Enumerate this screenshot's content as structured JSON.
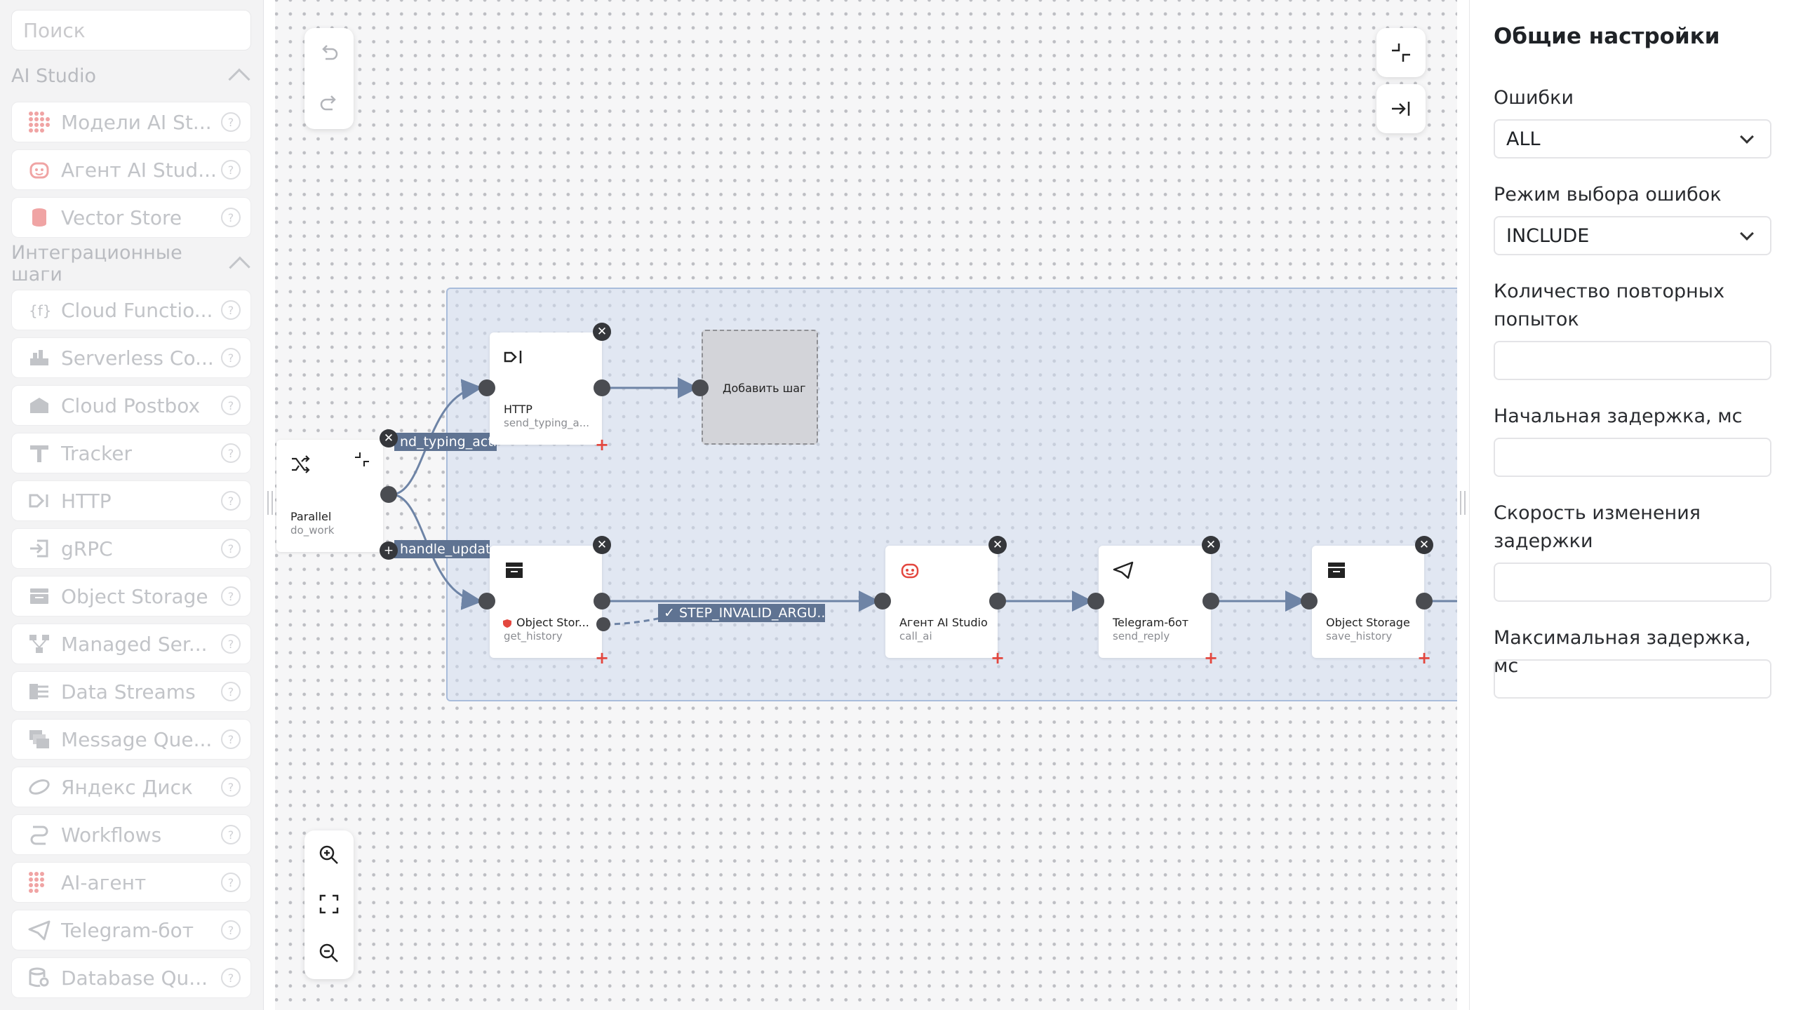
{
  "palette": {
    "search_placeholder": "Поиск",
    "groups": [
      {
        "label": "AI Studio",
        "items": [
          "Модели AI St...",
          "Агент AI Stud...",
          "Vector Store"
        ]
      },
      {
        "label": "Интеграционные шаги",
        "items": [
          "Cloud Functio...",
          "Serverless Co...",
          "Cloud Postbox",
          "Tracker",
          "HTTP",
          "gRPC",
          "Object Storage",
          "Managed Ser...",
          "Data Streams",
          "Message Que...",
          "Яндекс Диск",
          "Workflows",
          "AI-агент",
          "Telegram-бот",
          "Database Qu..."
        ]
      }
    ],
    "help_glyph": "?"
  },
  "canvas": {
    "parallel": {
      "title": "Parallel",
      "sub": "do_work"
    },
    "branch_labels": [
      "nd_typing_actio",
      "handle_update"
    ],
    "http": {
      "title": "HTTP",
      "sub": "send_typing_a..."
    },
    "add_step": "Добавить шаг",
    "get_history": {
      "title": "Object Stor...",
      "sub": "get_history"
    },
    "error_label": "✓ STEP_INVALID_ARGU...",
    "agent": {
      "title": "Агент AI Studio",
      "sub": "call_ai"
    },
    "telegram": {
      "title": "Telegram-бот",
      "sub": "send_reply"
    },
    "save_history": {
      "title": "Object Storage",
      "sub": "save_history"
    },
    "close_glyph": "✕",
    "plus_glyph": "+"
  },
  "settings": {
    "title": "Общие настройки",
    "errors_label": "Ошибки",
    "errors_value": "ALL",
    "mode_label": "Режим выбора ошибок",
    "mode_value": "INCLUDE",
    "retries_label": "Количество повторных попыток",
    "initial_delay_label": "Начальная задержка, мс",
    "delay_rate_label": "Скорость изменения задержки",
    "max_delay_label": "Максимальная задержка, мс"
  },
  "colors": {
    "accent_error": "#e3473f",
    "edge": "#6e84a6",
    "group_area": "#d0daee"
  }
}
